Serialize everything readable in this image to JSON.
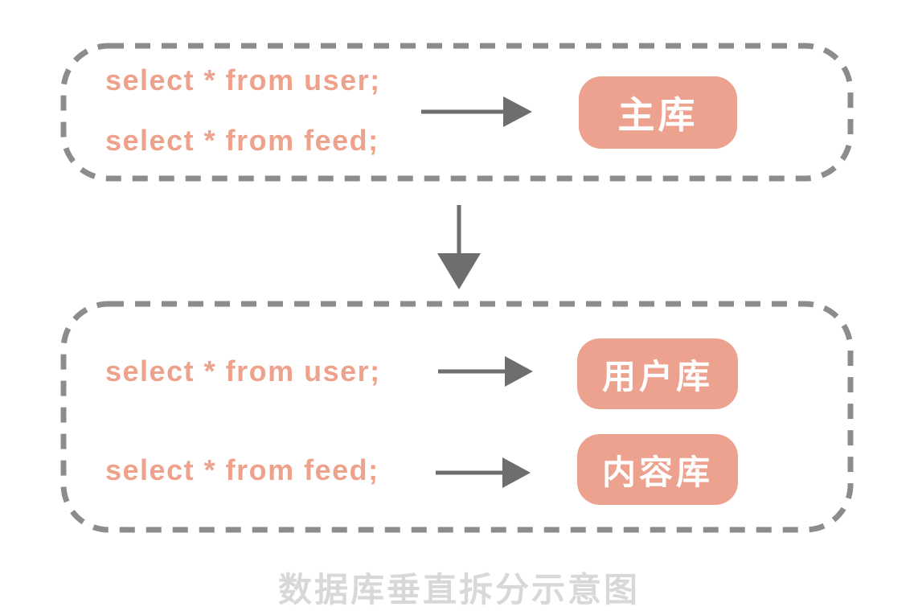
{
  "diagram": {
    "title_caption": "数据库垂直拆分示意图",
    "top_group": {
      "queries": [
        "select * from user;",
        "select * from feed;"
      ],
      "database_label": "主库"
    },
    "bottom_group": {
      "rows": [
        {
          "query": "select * from user;",
          "database_label": "用户库"
        },
        {
          "query": "select * from feed;",
          "database_label": "内容库"
        }
      ]
    },
    "icons": {
      "right_arrow": "→",
      "down_arrow": "↓"
    },
    "colors": {
      "sql_text": "#efa28b",
      "db_box_fill": "#eca28e",
      "db_box_text": "#ffffff",
      "dashed_border": "#8c8c8c",
      "arrow": "#6e6e6e",
      "caption": "#d8d8d8"
    }
  }
}
